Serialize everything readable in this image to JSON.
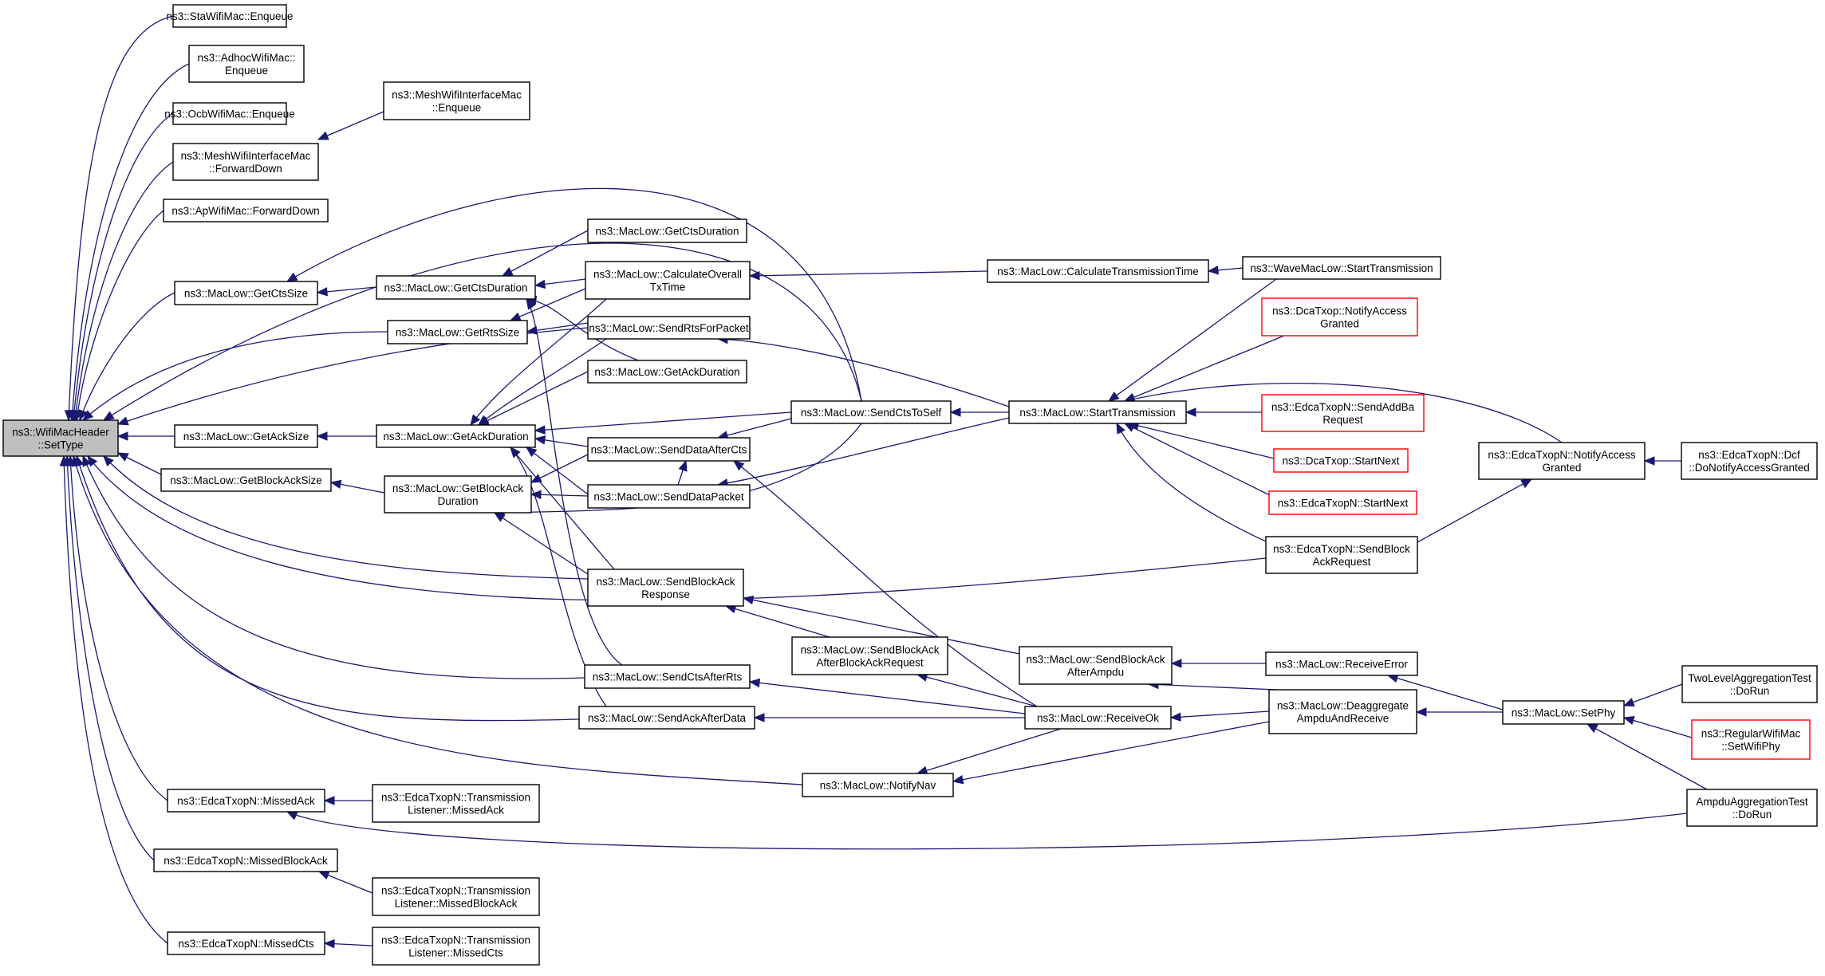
{
  "graph": {
    "edge_color": "#191970",
    "root_fill": "#bfbfbf",
    "highlight_border": "#ff0000",
    "nodes": [
      {
        "id": "root",
        "lines": [
          "ns3::WifiMacHeader",
          "::SetType"
        ],
        "style": "root"
      },
      {
        "id": "sta_enq",
        "lines": [
          "ns3::StaWifiMac::Enqueue"
        ]
      },
      {
        "id": "adhoc_enq",
        "lines": [
          "ns3::AdhocWifiMac::",
          "Enqueue"
        ]
      },
      {
        "id": "ocb_enq",
        "lines": [
          "ns3::OcbWifiMac::Enqueue"
        ]
      },
      {
        "id": "mesh_fwd",
        "lines": [
          "ns3::MeshWifiInterfaceMac",
          "::ForwardDown"
        ]
      },
      {
        "id": "mesh_enq",
        "lines": [
          "ns3::MeshWifiInterfaceMac",
          "::Enqueue"
        ]
      },
      {
        "id": "ap_fwd",
        "lines": [
          "ns3::ApWifiMac::ForwardDown"
        ]
      },
      {
        "id": "getctssize",
        "lines": [
          "ns3::MacLow::GetCtsSize"
        ]
      },
      {
        "id": "getctsdur",
        "lines": [
          "ns3::MacLow::GetCtsDuration"
        ]
      },
      {
        "id": "getctsdur2",
        "lines": [
          "ns3::MacLow::GetCtsDuration"
        ]
      },
      {
        "id": "calcoverall",
        "lines": [
          "ns3::MacLow::CalculateOverall",
          "TxTime"
        ]
      },
      {
        "id": "calctrans",
        "lines": [
          "ns3::MacLow::CalculateTransmissionTime"
        ]
      },
      {
        "id": "wave_start",
        "lines": [
          "ns3::WaveMacLow::StartTransmission"
        ]
      },
      {
        "id": "getrtssize",
        "lines": [
          "ns3::MacLow::GetRtsSize"
        ]
      },
      {
        "id": "sendrts",
        "lines": [
          "ns3::MacLow::SendRtsForPacket"
        ]
      },
      {
        "id": "getackdur2",
        "lines": [
          "ns3::MacLow::GetAckDuration"
        ]
      },
      {
        "id": "getacksize",
        "lines": [
          "ns3::MacLow::GetAckSize"
        ]
      },
      {
        "id": "getackdur",
        "lines": [
          "ns3::MacLow::GetAckDuration"
        ]
      },
      {
        "id": "sendctstoself",
        "lines": [
          "ns3::MacLow::SendCtsToSelf"
        ]
      },
      {
        "id": "starttrans",
        "lines": [
          "ns3::MacLow::StartTransmission"
        ]
      },
      {
        "id": "dca_notify",
        "lines": [
          "ns3::DcaTxop::NotifyAccess",
          "Granted"
        ],
        "style": "red"
      },
      {
        "id": "edca_addba",
        "lines": [
          "ns3::EdcaTxopN::SendAddBa",
          "Request"
        ],
        "style": "red"
      },
      {
        "id": "dca_next",
        "lines": [
          "ns3::DcaTxop::StartNext"
        ],
        "style": "red"
      },
      {
        "id": "edca_next",
        "lines": [
          "ns3::EdcaTxopN::StartNext"
        ],
        "style": "red"
      },
      {
        "id": "edca_notify",
        "lines": [
          "ns3::EdcaTxopN::NotifyAccess",
          "Granted"
        ]
      },
      {
        "id": "edca_dcf",
        "lines": [
          "ns3::EdcaTxopN::Dcf",
          "::DoNotifyAccessGranted"
        ]
      },
      {
        "id": "getbasize",
        "lines": [
          "ns3::MacLow::GetBlockAckSize"
        ]
      },
      {
        "id": "getbadur",
        "lines": [
          "ns3::MacLow::GetBlockAck",
          "Duration"
        ]
      },
      {
        "id": "senddataafterctс",
        "lines": [
          "ns3::MacLow::SendDataAfterCts"
        ]
      },
      {
        "id": "senddatapacket",
        "lines": [
          "ns3::MacLow::SendDataPacket"
        ]
      },
      {
        "id": "sendbaresp",
        "lines": [
          "ns3::MacLow::SendBlockAck",
          "Response"
        ]
      },
      {
        "id": "edca_sendbareq",
        "lines": [
          "ns3::EdcaTxopN::SendBlock",
          "AckRequest"
        ]
      },
      {
        "id": "sendbaafterbareq",
        "lines": [
          "ns3::MacLow::SendBlockAck",
          "AfterBlockAckRequest"
        ]
      },
      {
        "id": "sendbaafterampdu",
        "lines": [
          "ns3::MacLow::SendBlockAck",
          "AfterAmpdu"
        ]
      },
      {
        "id": "receiveerror",
        "lines": [
          "ns3::MacLow::ReceiveError"
        ]
      },
      {
        "id": "sendctsafterrts",
        "lines": [
          "ns3::MacLow::SendCtsAfterRts"
        ]
      },
      {
        "id": "receiveok",
        "lines": [
          "ns3::MacLow::ReceiveOk"
        ]
      },
      {
        "id": "deaggregate",
        "lines": [
          "ns3::MacLow::Deaggregate",
          "AmpduAndReceive"
        ]
      },
      {
        "id": "setphy",
        "lines": [
          "ns3::MacLow::SetPhy"
        ]
      },
      {
        "id": "twolevel",
        "lines": [
          "TwoLevelAggregationTest",
          "::DoRun"
        ]
      },
      {
        "id": "regularphy",
        "lines": [
          "ns3::RegularWifiMac",
          "::SetWifiPhy"
        ],
        "style": "red"
      },
      {
        "id": "ampdutest",
        "lines": [
          "AmpduAggregationTest",
          "::DoRun"
        ]
      },
      {
        "id": "sendackafterdata",
        "lines": [
          "ns3::MacLow::SendAckAfterData"
        ]
      },
      {
        "id": "notifynav",
        "lines": [
          "ns3::MacLow::NotifyNav"
        ]
      },
      {
        "id": "missedack",
        "lines": [
          "ns3::EdcaTxopN::MissedAck"
        ]
      },
      {
        "id": "tl_missedack",
        "lines": [
          "ns3::EdcaTxopN::Transmission",
          "Listener::MissedAck"
        ]
      },
      {
        "id": "missedba",
        "lines": [
          "ns3::EdcaTxopN::MissedBlockAck"
        ]
      },
      {
        "id": "tl_missedba",
        "lines": [
          "ns3::EdcaTxopN::Transmission",
          "Listener::MissedBlockAck"
        ]
      },
      {
        "id": "missedcts",
        "lines": [
          "ns3::EdcaTxopN::MissedCts"
        ]
      },
      {
        "id": "tl_missedcts",
        "lines": [
          "ns3::EdcaTxopN::Transmission",
          "Listener::MissedCts"
        ]
      }
    ]
  }
}
